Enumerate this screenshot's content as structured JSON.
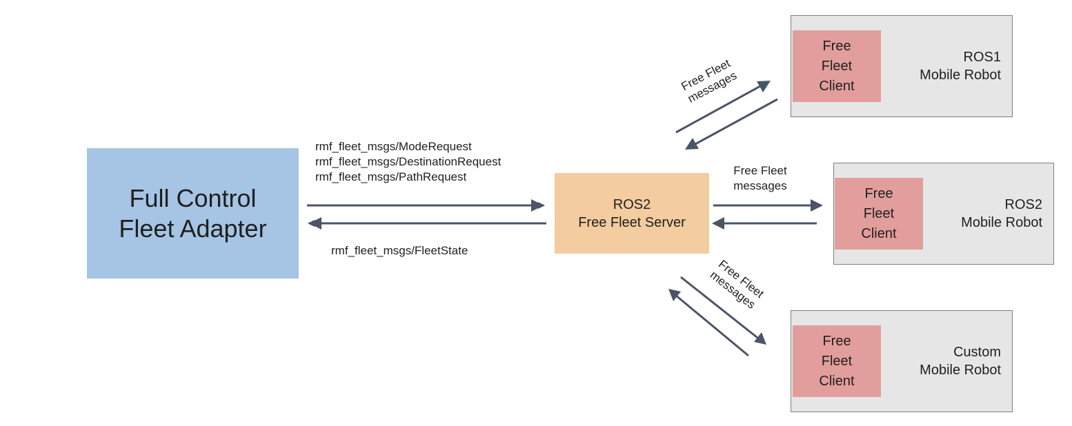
{
  "adapter": {
    "line1": "Full Control",
    "line2": "Fleet Adapter"
  },
  "server": {
    "line1": "ROS2",
    "line2": "Free Fleet Server"
  },
  "requests": {
    "line1": "rmf_fleet_msgs/ModeRequest",
    "line2": "rmf_fleet_msgs/DestinationRequest",
    "line3": "rmf_fleet_msgs/PathRequest"
  },
  "fleet_state": "rmf_fleet_msgs/FleetState",
  "client": {
    "line1": "Free",
    "line2": "Fleet",
    "line3": "Client"
  },
  "robots": [
    {
      "line1": "ROS1",
      "line2": "Mobile Robot"
    },
    {
      "line1": "ROS2",
      "line2": "Mobile Robot"
    },
    {
      "line1": "Custom",
      "line2": "Mobile Robot"
    }
  ],
  "ff_messages": {
    "line1": "Free Fleet",
    "line2": "messages"
  },
  "colors": {
    "adapter": "#a6c4e4",
    "server": "#f3cc9f",
    "client": "#e29e9c",
    "robot": "#e6e6e6",
    "arrow": "#4a5566"
  }
}
